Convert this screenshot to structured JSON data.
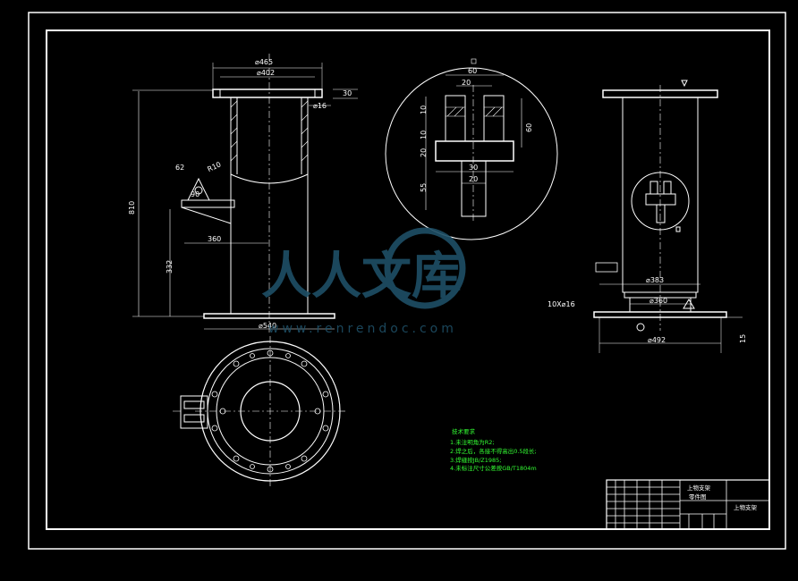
{
  "front_view": {
    "dim_od": "⌀465",
    "dim_id": "⌀402",
    "dim_flange_thk": "30",
    "dim_hole": "⌀16",
    "dim_height": "810",
    "dim_lug_h1": "62",
    "dim_r": "R10",
    "dim_lug_w": "90",
    "dim_offset": "360",
    "dim_base_h": "332",
    "dim_base": "⌀540"
  },
  "detail_view": {
    "dim_top": "60",
    "dim_slot": "20",
    "dim_10a": "10",
    "dim_10b": "10",
    "dim_20": "20",
    "dim_55": "55",
    "dim_side": "60",
    "dim_30": "30",
    "dim_20b": "20"
  },
  "side_view": {
    "dim_383": "⌀383",
    "dim_360": "⌀360",
    "dim_holes": "10X⌀16",
    "dim_492": "⌀492",
    "dim_15": "15"
  },
  "notes": {
    "title": "技术要求",
    "items": [
      "1.未注明角为R2;",
      "2.焊之后，各接不得高出0.5段长;",
      "3.焊缝按JB/Z1985;",
      "4.未标注尺寸公差按GB/T1804m"
    ]
  },
  "title_block": {
    "part_name": "上物支架",
    "drawing_type": "零件图",
    "big_name": "上物支架"
  },
  "watermark": {
    "brand": "人人文库",
    "url": "www.renrendoc.com"
  },
  "colors": {
    "line": "#ffffff",
    "note": "#33ff33",
    "watermark": "#1e4f66"
  }
}
